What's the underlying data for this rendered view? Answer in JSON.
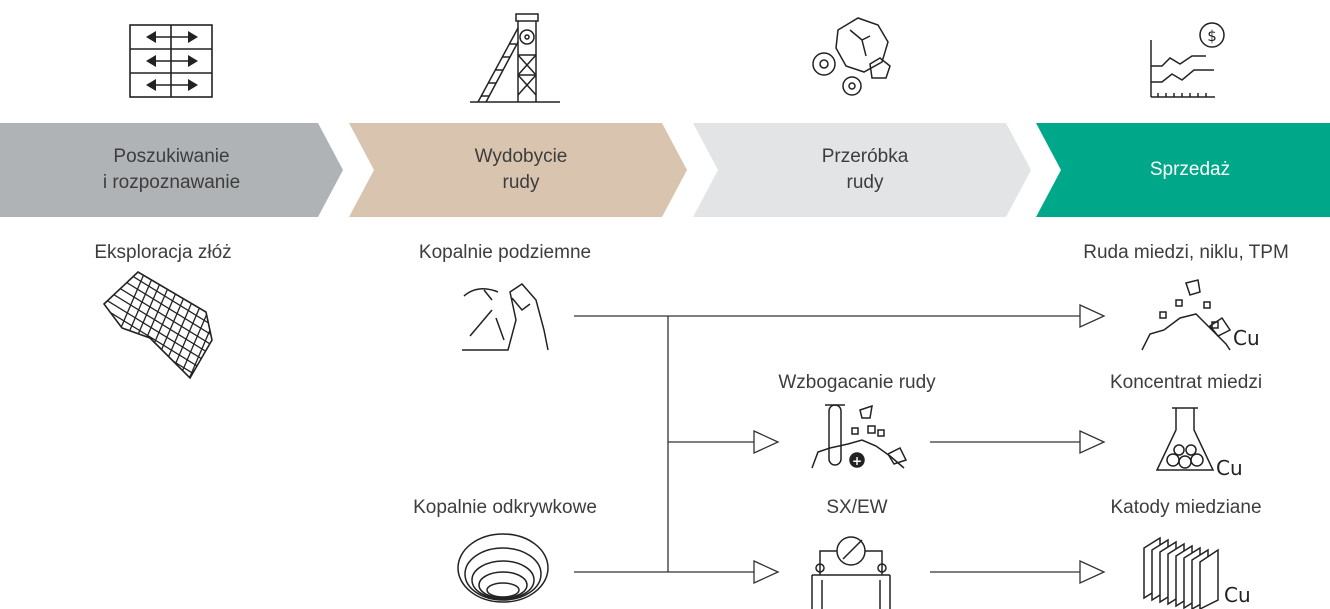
{
  "colors": {
    "stage_1": "#b0b3b5",
    "stage_2": "#d9c4b0",
    "stage_3": "#e3e4e5",
    "stage_4": "#00a88a",
    "line": "#333333"
  },
  "stages": [
    {
      "line1": "Poszukiwanie",
      "line2": "i rozpoznawanie"
    },
    {
      "line1": "Wydobycie",
      "line2": "rudy"
    },
    {
      "line1": "Przeróbka",
      "line2": "rudy"
    },
    {
      "line1": "Sprzedaż",
      "line2": ""
    }
  ],
  "labels": {
    "exploration": "Eksploracja złóż",
    "underground_mines": "Kopalnie podziemne",
    "open_pit_mines": "Kopalnie odkrywkowe",
    "enrichment": "Wzbogacanie rudy",
    "sxew": "SX/EW",
    "ore_product": "Ruda miedzi, niklu, TPM",
    "concentrate": "Koncentrat miedzi",
    "cathodes": "Katody miedziane"
  },
  "element_symbol": "Cu",
  "icons": {
    "stage_1": "grid-arrows-icon",
    "stage_2": "mine-shaft-tower-icon",
    "stage_3": "ore-gears-icon",
    "stage_4": "price-chart-dollar-icon",
    "exploration": "deposit-grid-icon",
    "underground": "pickaxe-rock-icon",
    "open_pit": "open-pit-icon",
    "enrichment": "test-tube-ore-icon",
    "sxew": "electrolysis-cell-icon",
    "ore": "ore-pile-icon",
    "concentrate": "flask-icon",
    "cathodes": "cathode-plates-icon"
  }
}
